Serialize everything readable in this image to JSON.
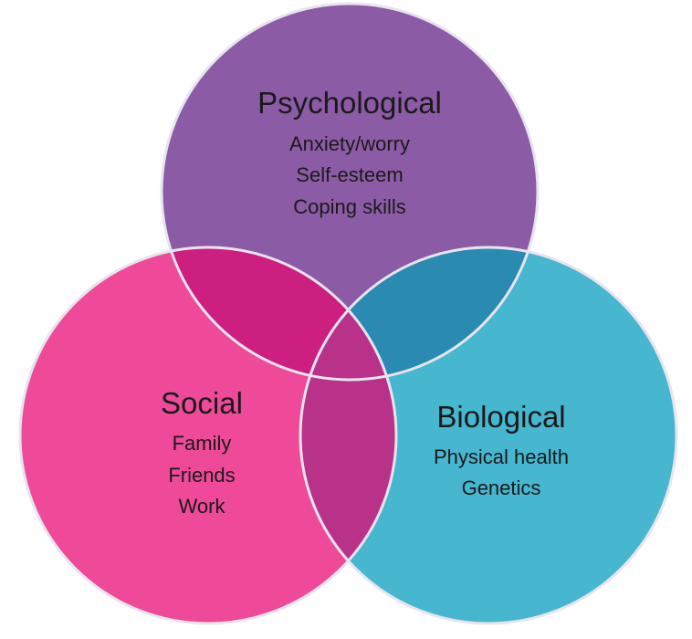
{
  "colors": {
    "psychological": "#8c5ba6",
    "social": "#ee4a99",
    "biological": "#47b6cf",
    "psych_social_overlap": "#cc1f80",
    "psych_bio_overlap": "#2a8ab2",
    "center_overlap": "#b8328a",
    "outline": "#e8e4ee"
  },
  "circles": {
    "psychological": {
      "title": "Psychological",
      "items": [
        "Anxiety/worry",
        "Self-esteem",
        "Coping skills"
      ]
    },
    "social": {
      "title": "Social",
      "items": [
        "Family",
        "Friends",
        "Work"
      ]
    },
    "biological": {
      "title": "Biological",
      "items": [
        "Physical health",
        "Genetics"
      ]
    }
  }
}
